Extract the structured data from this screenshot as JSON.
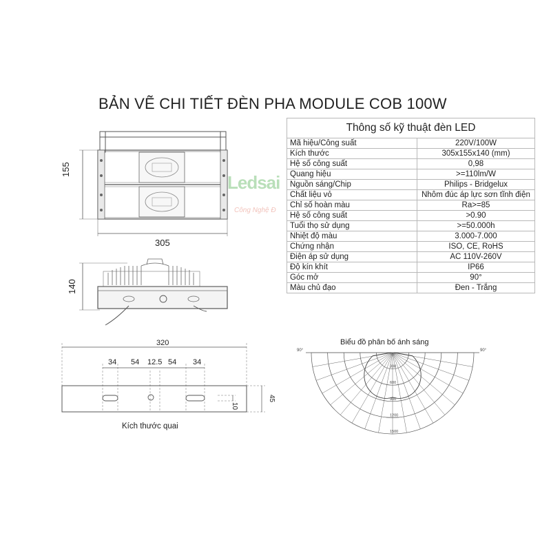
{
  "title": "BẢN VẼ CHI TIẾT ĐÈN PHA MODULE COB 100W",
  "spec_table": {
    "header": "Thông số kỹ thuật đèn LED",
    "rows": [
      {
        "key": "Mã hiệu/Công suất",
        "value": "220V/100W"
      },
      {
        "key": "Kích thước",
        "value": "305x155x140 (mm)"
      },
      {
        "key": "Hệ số công suất",
        "value": "0,98"
      },
      {
        "key": "Quang hiệu",
        "value": ">=110lm/W"
      },
      {
        "key": "Nguồn sáng/Chip",
        "value": "Philips - Bridgelux"
      },
      {
        "key": "Chất liệu vỏ",
        "value": "Nhôm đúc áp lực sơn tĩnh điện"
      },
      {
        "key": "Chỉ số hoàn màu",
        "value": "Ra>=85"
      },
      {
        "key": "Hệ số công suất",
        "value": ">0.90"
      },
      {
        "key": "Tuổi thọ sử dụng",
        "value": ">=50.000h"
      },
      {
        "key": "Nhiệt độ màu",
        "value": "3.000-7.000"
      },
      {
        "key": "Chứng nhận",
        "value": "ISO, CE, RoHS"
      },
      {
        "key": "Điện áp sử dụng",
        "value": "AC 110V-260V"
      },
      {
        "key": "Độ kín khít",
        "value": "IP66"
      },
      {
        "key": "Góc mở",
        "value": "90°"
      },
      {
        "key": "Màu chủ đạo",
        "value": "Đen - Trắng"
      }
    ]
  },
  "front_view": {
    "height_label": "155",
    "width_label": "305"
  },
  "side_view": {
    "height_label": "140"
  },
  "bracket": {
    "total_label": "320",
    "segments": [
      "34",
      "54",
      "12.5",
      "54",
      "34"
    ],
    "slot_label": "10",
    "height_label": "45",
    "caption": "Kích thước quai"
  },
  "polar": {
    "caption": "Biểu đồ phân bố ánh sáng",
    "angle_left": "90°",
    "angle_right": "90°",
    "rings": [
      "300",
      "600",
      "900",
      "1200",
      "1500"
    ]
  },
  "watermark": {
    "brand": "Ledsai",
    "tagline": "Công Nghệ Đ"
  },
  "colors": {
    "line": "#555555",
    "table_border": "#b8b8b8",
    "watermark_green": "#3aa63a",
    "watermark_red": "#d94f3a"
  }
}
